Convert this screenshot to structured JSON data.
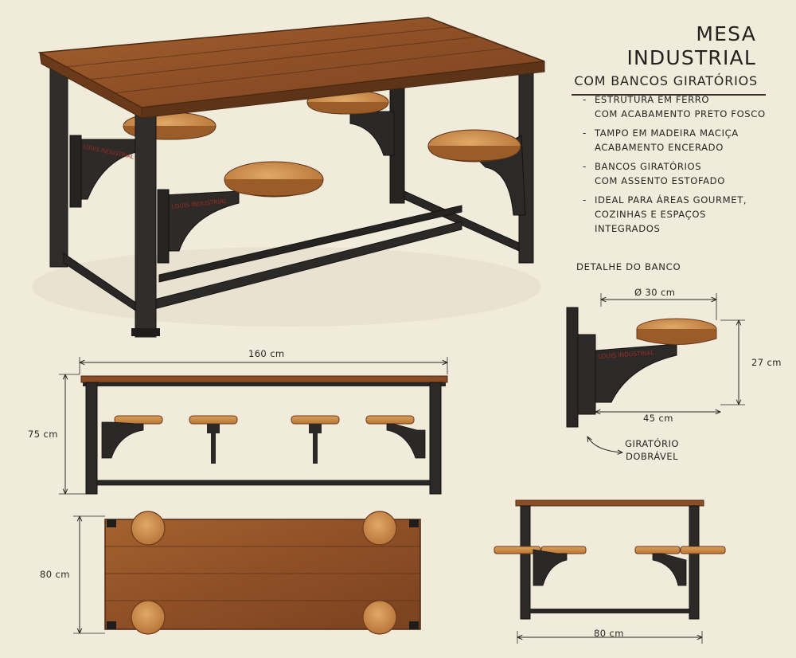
{
  "title": {
    "main": "MESA INDUSTRIAL",
    "sub": "COM BANCOS GIRATÓRIOS"
  },
  "features": [
    {
      "lines": [
        "ESTRUTURA EM FERRO",
        "COM ACABAMENTO PRETO FOSCO"
      ]
    },
    {
      "lines": [
        "TAMPO EM MADEIRA MACIÇA",
        "ACABAMENTO ENCERADO"
      ]
    },
    {
      "lines": [
        "BANCOS GIRATÓRIOS",
        "COM ASSENTO ESTOFADO"
      ]
    },
    {
      "lines": [
        "IDEAL PARA ÁREAS GOURMET,",
        "COZINHAS E ESPAÇOS",
        "INTEGRADOS"
      ]
    }
  ],
  "feature_bullet": "-",
  "detail": {
    "title": "DETALHE DO BANCO",
    "seat_diameter": "Ø 30 cm",
    "height": "27 cm",
    "depth": "45 cm",
    "note": [
      "GIRATÓRIO",
      "DOBRÁVEL"
    ]
  },
  "front_view": {
    "width": "160 cm",
    "height": "75 cm"
  },
  "top_view": {
    "depth": "80 cm"
  },
  "side_view": {
    "width": "80 cm"
  },
  "bracket_label": "LOUIS INDUSTRIAL",
  "colors": {
    "paper": "#f1ebdc",
    "iron": "#2c2a28",
    "iron_dark": "#1b1a19",
    "wood": "#93542b",
    "wood_light": "#c98b4a",
    "wood_dark": "#6d3a1c",
    "ink": "#2b2521",
    "accent_red": "#9b2a22"
  }
}
